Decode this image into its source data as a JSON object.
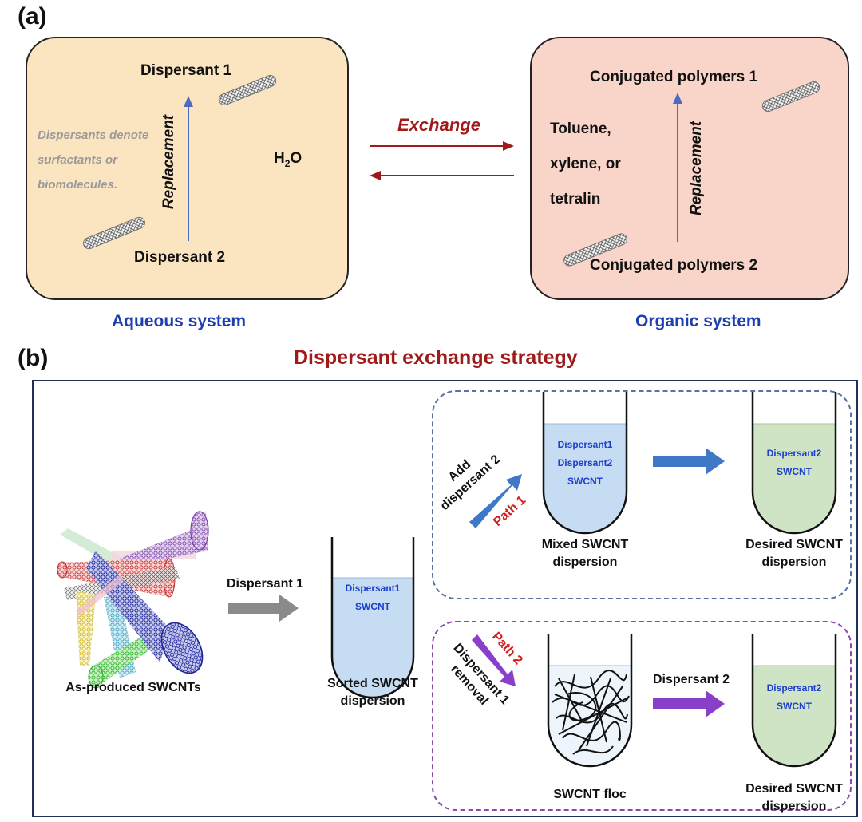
{
  "panel_a": {
    "letter": "(a)",
    "aqueous": {
      "dispersant1": "Dispersant 1",
      "dispersant2": "Dispersant 2",
      "replacement": "Replacement",
      "note_line1": "Dispersants denote",
      "note_line2": "surfactants or",
      "note_line3": "biomolecules.",
      "water_main": "H",
      "water_sub": "2",
      "water_end": "O",
      "system_label": "Aqueous system"
    },
    "exchange": "Exchange",
    "organic": {
      "polymer1": "Conjugated polymers 1",
      "polymer2": "Conjugated polymers 2",
      "replacement": "Replacement",
      "solvent_line1": "Toluene,",
      "solvent_line2": "xylene, or",
      "solvent_line3": "tetralin",
      "system_label": "Organic system"
    }
  },
  "panel_b": {
    "letter": "(b)",
    "title": "Dispersant exchange strategy",
    "as_produced": "As-produced SWCNTs",
    "step1": "Dispersant 1",
    "sorted_tube": {
      "line1": "Dispersant1",
      "line2": "SWCNT"
    },
    "sorted_label_1": "Sorted SWCNT",
    "sorted_label_2": "dispersion",
    "path1": {
      "name": "Path 1",
      "add_line1": "Add",
      "add_line2": "dispersant 2",
      "mixed_tube": {
        "line1": "Dispersant1",
        "line2": "Dispersant2",
        "line3": "SWCNT"
      },
      "mixed_label_1": "Mixed SWCNT",
      "mixed_label_2": "dispersion",
      "desired_tube": {
        "line1": "Dispersant2",
        "line2": "SWCNT"
      },
      "desired_label_1": "Desired SWCNT",
      "desired_label_2": "dispersion"
    },
    "path2": {
      "name": "Path 2",
      "removal_line1": "Dispersant 1",
      "removal_line2": "removal",
      "floc_label": "SWCNT floc",
      "step": "Dispersant 2",
      "desired_tube": {
        "line1": "Dispersant2",
        "line2": "SWCNT"
      },
      "desired_label_1": "Desired SWCNT",
      "desired_label_2": "dispersion"
    }
  },
  "colors": {
    "aqueous_bg": "#fbe5c1",
    "organic_bg": "#f9d4c8",
    "exchange_red": "#a01a1a",
    "system_blue": "#1d3fb0",
    "path1_blue": "#3f78c7",
    "path2_purple": "#8a3fc8",
    "tube_blue": "#c6dcf2",
    "tube_green": "#cfe4c4"
  }
}
